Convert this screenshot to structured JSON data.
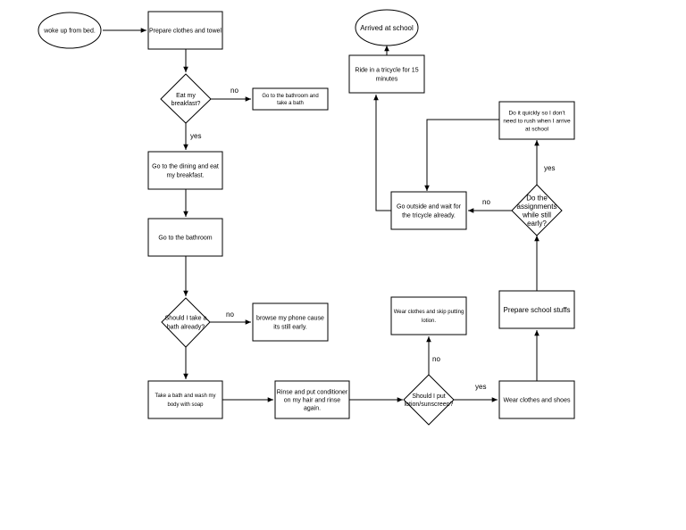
{
  "nodes": {
    "start": [
      "woke up from bed."
    ],
    "prepare_clothes": [
      "Prepare clothes and towel"
    ],
    "eat_breakfast_q": [
      "Eat my",
      "breakfast?"
    ],
    "go_bathroom_bath": [
      "Go to the bathroom  and",
      "take a bath"
    ],
    "go_dining": [
      "Go to the dining and eat",
      "my breakfast."
    ],
    "go_bathroom": [
      "Go to the bathroom"
    ],
    "take_bath_q": [
      "Should I take a",
      "bath already?"
    ],
    "browse_phone": [
      "browse my phone cause",
      "its still early."
    ],
    "take_bath": [
      "Take a bath and wash my",
      "body with soap"
    ],
    "rinse": [
      "Rinse and put conditioner",
      "on my hair and rinse",
      "again."
    ],
    "lotion_q": [
      "Should I put",
      "lotion/sunscreen?"
    ],
    "wear_skip": [
      "Wear clothes and skip putting",
      "lotion."
    ],
    "wear_clothes": [
      "Wear clothes and shoes"
    ],
    "prepare_school": [
      "Prepare school stuffs"
    ],
    "assignments_q": [
      "Do the",
      "assignments",
      "while still",
      "early?"
    ],
    "do_quickly": [
      "Do it quickly so I don't",
      "need to rush when I arrive",
      "at school"
    ],
    "wait_tricycle": [
      "Go outside and wait for",
      "the tricycle already."
    ],
    "ride_tricycle": [
      "Ride in a tricycle for 15",
      "minutes"
    ],
    "arrived": [
      "Arrived at school"
    ]
  },
  "edge_labels": {
    "breakfast_no": "no",
    "breakfast_yes": "yes",
    "bath_no": "no",
    "lotion_no": "no",
    "lotion_yes": "yes",
    "assign_yes": "yes",
    "assign_no": "no"
  }
}
